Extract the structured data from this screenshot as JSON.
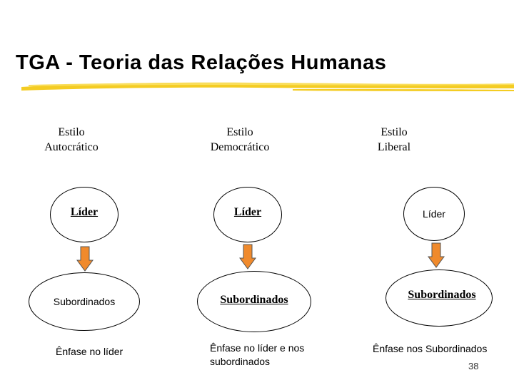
{
  "slide": {
    "title": "TGA - Teoria das Relações Humanas",
    "page_number": "38",
    "accent_color": "#f4cc23",
    "arrow_color": "#f08a2c"
  },
  "columns": [
    {
      "style_line1": "Estilo",
      "style_line2": "Autocrático",
      "leader": "Líder",
      "subordinates": "Subordinados",
      "emphasis_line1": "Ênfase no líder",
      "emphasis_line2": ""
    },
    {
      "style_line1": "Estilo",
      "style_line2": "Democrático",
      "leader": "Líder",
      "subordinates": "Subordinados",
      "emphasis_line1": "Ênfase no líder e nos",
      "emphasis_line2": "subordinados"
    },
    {
      "style_line1": "Estilo",
      "style_line2": "Liberal",
      "leader": "Líder",
      "subordinates": "Subordinados",
      "emphasis_line1": "Ênfase nos Subordinados",
      "emphasis_line2": ""
    }
  ]
}
